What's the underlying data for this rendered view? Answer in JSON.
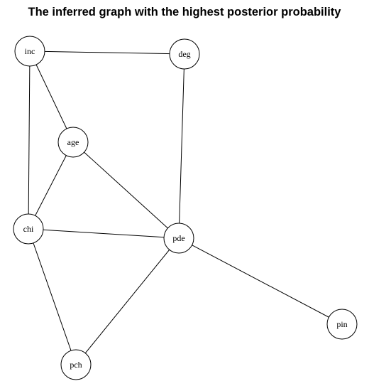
{
  "title": "The inferred graph with the highest posterior probability",
  "colors": {
    "background": "#ffffff",
    "ink": "#000000"
  },
  "graph": {
    "nodes": [
      {
        "id": "inc",
        "label": "inc"
      },
      {
        "id": "deg",
        "label": "deg"
      },
      {
        "id": "age",
        "label": "age"
      },
      {
        "id": "chi",
        "label": "chi"
      },
      {
        "id": "pde",
        "label": "pde"
      },
      {
        "id": "pin",
        "label": "pin"
      },
      {
        "id": "pch",
        "label": "pch"
      }
    ],
    "edges": [
      {
        "from": "inc",
        "to": "deg"
      },
      {
        "from": "inc",
        "to": "age"
      },
      {
        "from": "inc",
        "to": "chi"
      },
      {
        "from": "deg",
        "to": "pde"
      },
      {
        "from": "age",
        "to": "chi"
      },
      {
        "from": "age",
        "to": "pde"
      },
      {
        "from": "chi",
        "to": "pde"
      },
      {
        "from": "chi",
        "to": "pch"
      },
      {
        "from": "pde",
        "to": "pch"
      },
      {
        "from": "pde",
        "to": "pin"
      }
    ]
  }
}
